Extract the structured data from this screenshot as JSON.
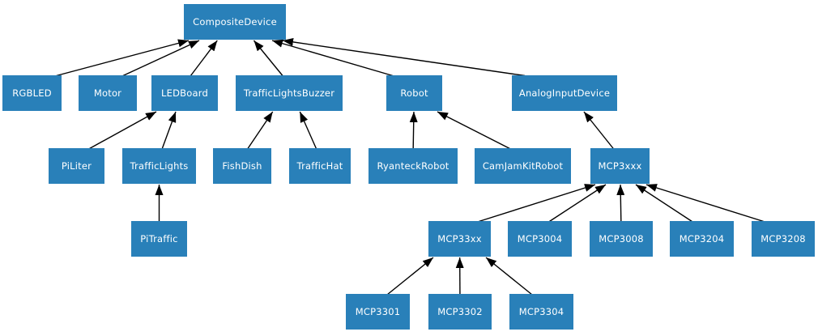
{
  "diagram": {
    "type": "class-inheritance-tree",
    "background": "#ffffff",
    "node_fill": "#2980b9",
    "node_text_color": "#ffffff",
    "edge_color": "#000000",
    "nodes": [
      {
        "id": "CompositeDevice",
        "label": "CompositeDevice"
      },
      {
        "id": "RGBLED",
        "label": "RGBLED"
      },
      {
        "id": "Motor",
        "label": "Motor"
      },
      {
        "id": "LEDBoard",
        "label": "LEDBoard"
      },
      {
        "id": "TrafficLightsBuzzer",
        "label": "TrafficLightsBuzzer"
      },
      {
        "id": "Robot",
        "label": "Robot"
      },
      {
        "id": "AnalogInputDevice",
        "label": "AnalogInputDevice"
      },
      {
        "id": "PiLiter",
        "label": "PiLiter"
      },
      {
        "id": "TrafficLights",
        "label": "TrafficLights"
      },
      {
        "id": "FishDish",
        "label": "FishDish"
      },
      {
        "id": "TrafficHat",
        "label": "TrafficHat"
      },
      {
        "id": "RyanteckRobot",
        "label": "RyanteckRobot"
      },
      {
        "id": "CamJamKitRobot",
        "label": "CamJamKitRobot"
      },
      {
        "id": "MCP3xxx",
        "label": "MCP3xxx"
      },
      {
        "id": "PiTraffic",
        "label": "PiTraffic"
      },
      {
        "id": "MCP33xx",
        "label": "MCP33xx"
      },
      {
        "id": "MCP3004",
        "label": "MCP3004"
      },
      {
        "id": "MCP3008",
        "label": "MCP3008"
      },
      {
        "id": "MCP3204",
        "label": "MCP3204"
      },
      {
        "id": "MCP3208",
        "label": "MCP3208"
      },
      {
        "id": "MCP3301",
        "label": "MCP3301"
      },
      {
        "id": "MCP3302",
        "label": "MCP3302"
      },
      {
        "id": "MCP3304",
        "label": "MCP3304"
      }
    ],
    "edges": [
      {
        "from": "RGBLED",
        "to": "CompositeDevice"
      },
      {
        "from": "Motor",
        "to": "CompositeDevice"
      },
      {
        "from": "LEDBoard",
        "to": "CompositeDevice"
      },
      {
        "from": "TrafficLightsBuzzer",
        "to": "CompositeDevice"
      },
      {
        "from": "Robot",
        "to": "CompositeDevice"
      },
      {
        "from": "AnalogInputDevice",
        "to": "CompositeDevice"
      },
      {
        "from": "PiLiter",
        "to": "LEDBoard"
      },
      {
        "from": "TrafficLights",
        "to": "LEDBoard"
      },
      {
        "from": "FishDish",
        "to": "TrafficLightsBuzzer"
      },
      {
        "from": "TrafficHat",
        "to": "TrafficLightsBuzzer"
      },
      {
        "from": "RyanteckRobot",
        "to": "Robot"
      },
      {
        "from": "CamJamKitRobot",
        "to": "Robot"
      },
      {
        "from": "MCP3xxx",
        "to": "AnalogInputDevice"
      },
      {
        "from": "PiTraffic",
        "to": "TrafficLights"
      },
      {
        "from": "MCP33xx",
        "to": "MCP3xxx"
      },
      {
        "from": "MCP3004",
        "to": "MCP3xxx"
      },
      {
        "from": "MCP3008",
        "to": "MCP3xxx"
      },
      {
        "from": "MCP3204",
        "to": "MCP3xxx"
      },
      {
        "from": "MCP3208",
        "to": "MCP3xxx"
      },
      {
        "from": "MCP3301",
        "to": "MCP33xx"
      },
      {
        "from": "MCP3302",
        "to": "MCP33xx"
      },
      {
        "from": "MCP3304",
        "to": "MCP33xx"
      }
    ]
  }
}
